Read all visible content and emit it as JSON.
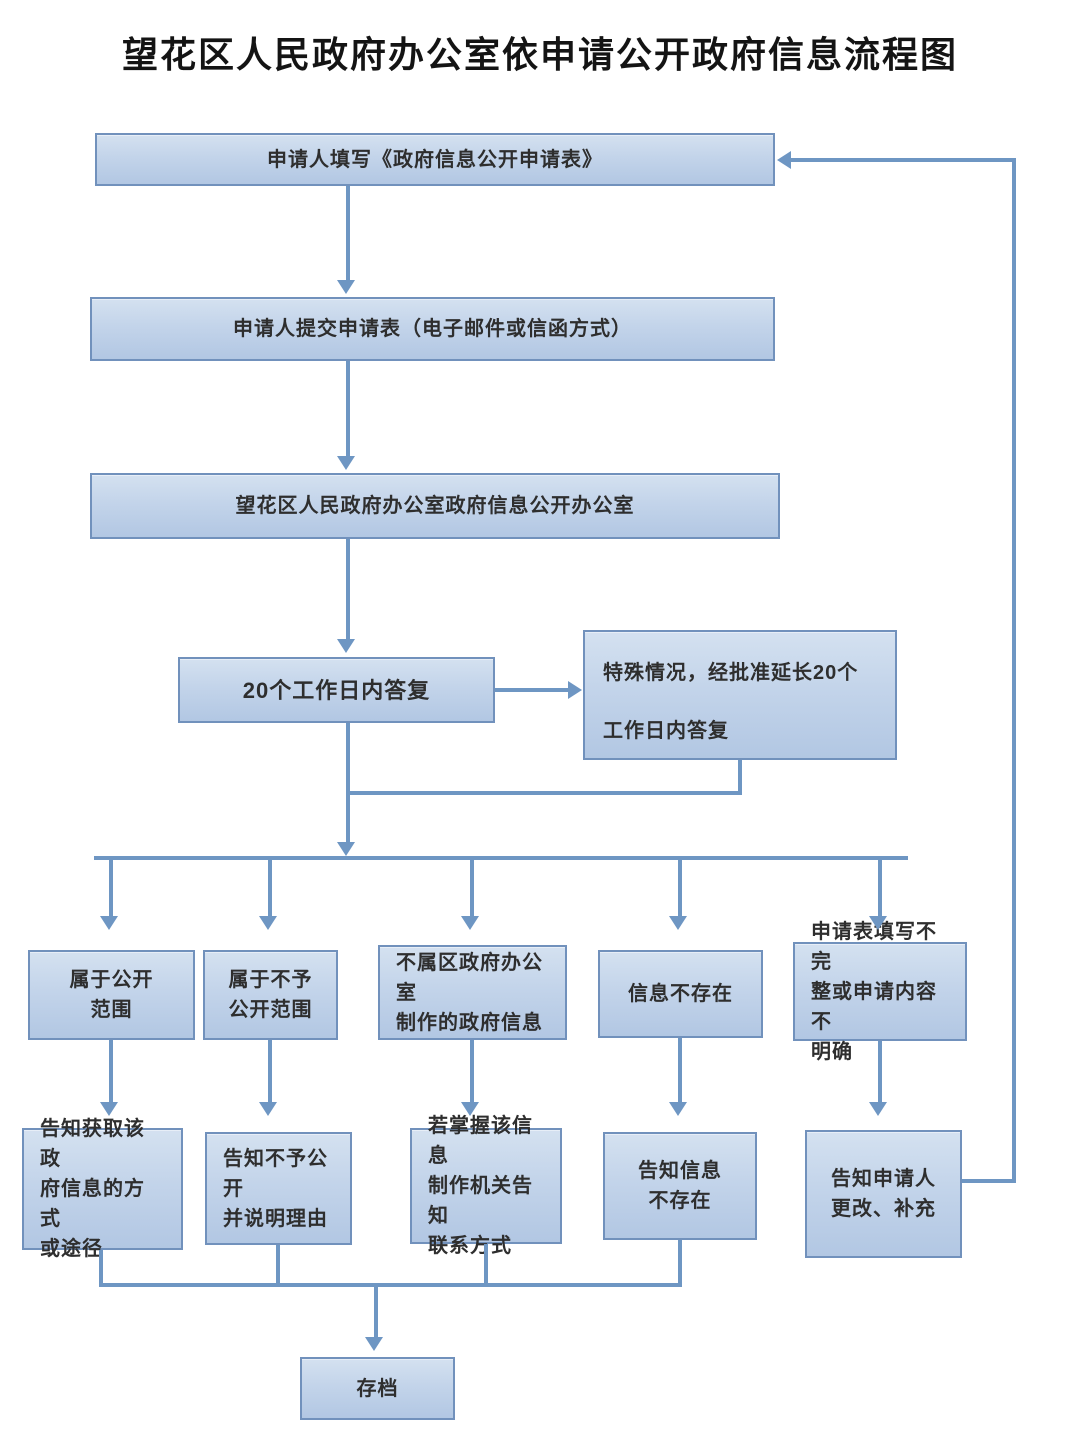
{
  "title": "望花区人民政府办公室依申请公开政府信息流程图",
  "colors": {
    "connector": "#6e96c3",
    "box_border": "#7191bc",
    "box_fill_top": "#d4e1f0",
    "box_fill_bottom": "#b2c7e3"
  },
  "nodes": {
    "fill_form": "申请人填写《政府信息公开申请表》",
    "submit_form": "申请人提交申请表（电子邮件或信函方式）",
    "office": "望花区人民政府办公室政府信息公开办公室",
    "reply_20days": "20个工作日内答复",
    "special_case": "特殊情况，经批准延长20个\n工作日内答复",
    "cat_public": "属于公开\n范围",
    "cat_not_public": "属于不予\n公开范围",
    "cat_not_produced": "不属区政府办公室\n制作的政府信息",
    "cat_not_exist": "信息不存在",
    "cat_incomplete": "申请表填写不完\n整或申请内容不\n明确",
    "act_inform_way": "告知获取该政\n府信息的方式\n或途径",
    "act_inform_reason": "告知不予公开\n并说明理由",
    "act_inform_contact": "若掌握该信息\n制作机关告知\n联系方式",
    "act_inform_not_exist": "告知信息\n不存在",
    "act_inform_amend": "告知申请人\n更改、补充",
    "archive": "存档"
  }
}
